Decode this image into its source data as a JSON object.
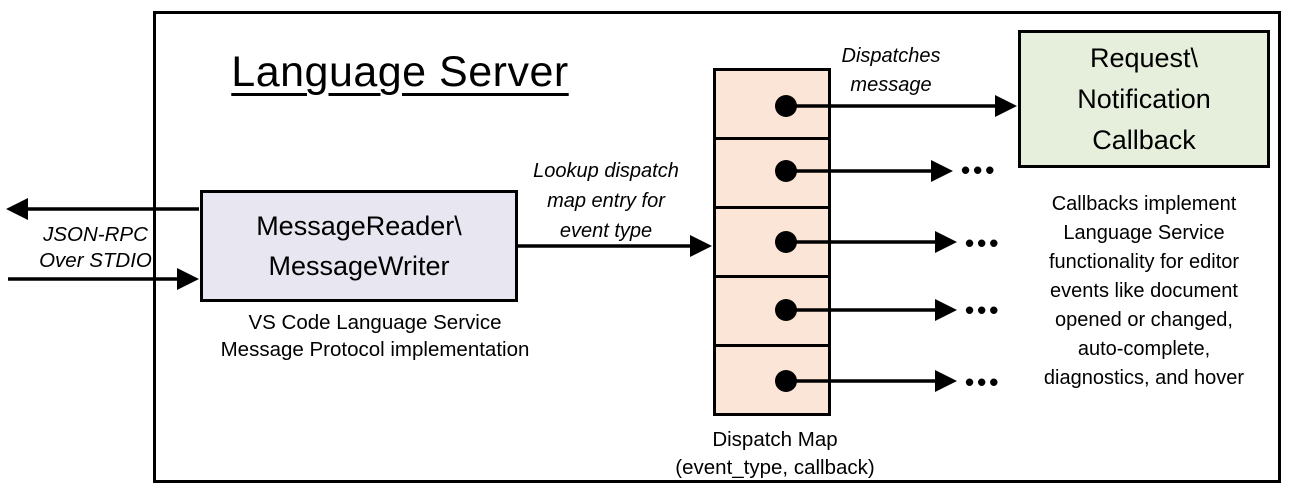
{
  "colors": {
    "page_bg": "#ffffff",
    "line": "#000000",
    "reader_fill": "#e8e6f0",
    "dispatch_fill": "#fbe5d6",
    "callback_fill": "#e6efdc"
  },
  "title": "Language Server",
  "stdio": {
    "line1": "JSON-RPC",
    "line2": "Over STDIO"
  },
  "reader": {
    "line1": "MessageReader\\",
    "line2": "MessageWriter",
    "caption1": "VS Code Language Service",
    "caption2": "Message Protocol implementation"
  },
  "lookup": {
    "line1": "Lookup dispatch",
    "line2": "map entry for",
    "line3": "event type"
  },
  "dispatch": {
    "cell_count": 5,
    "caption1": "Dispatch Map",
    "caption2": "(event_type, callback)"
  },
  "dispatches": {
    "line1": "Dispatches",
    "line2": "message"
  },
  "callback": {
    "line1": "Request\\",
    "line2": "Notification",
    "line3": "Callback"
  },
  "callback_caption": {
    "l0": "Callbacks implement",
    "l1": "Language Service",
    "l2": "functionality for editor",
    "l3": "events like document",
    "l4": "opened or changed,",
    "l5": "auto-complete,",
    "l6": "diagnostics, and hover"
  },
  "ellipsis": "•••"
}
